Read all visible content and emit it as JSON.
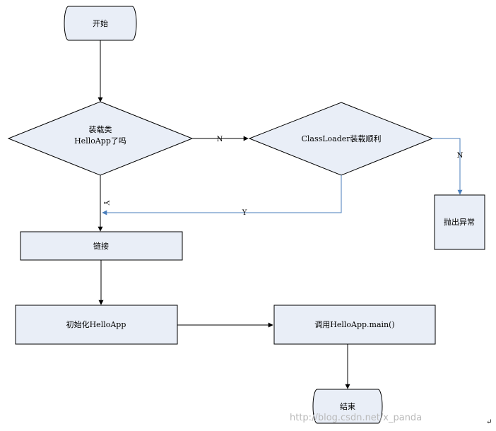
{
  "colors": {
    "fill": "#e9eef7",
    "stroke": "#000000",
    "blue_line": "#4a7ebb",
    "watermark": "#b9b9b9"
  },
  "nodes": {
    "start": "开始",
    "decision_loaded_line1": "装载类",
    "decision_loaded_line2": "HelloApp了吗",
    "decision_classloader": "ClassLoader装载顺利",
    "throw_exception": "抛出异常",
    "link": "链接",
    "init": "初始化HelloApp",
    "call_main": "调用HelloApp.main()",
    "end": "结束"
  },
  "edge_labels": {
    "n_to_classloader": "N",
    "n_to_exception": "N",
    "y_from_classloader": "Y",
    "y_from_loaded": "Y"
  },
  "watermark": "http://blog.csdn.net/x_panda"
}
